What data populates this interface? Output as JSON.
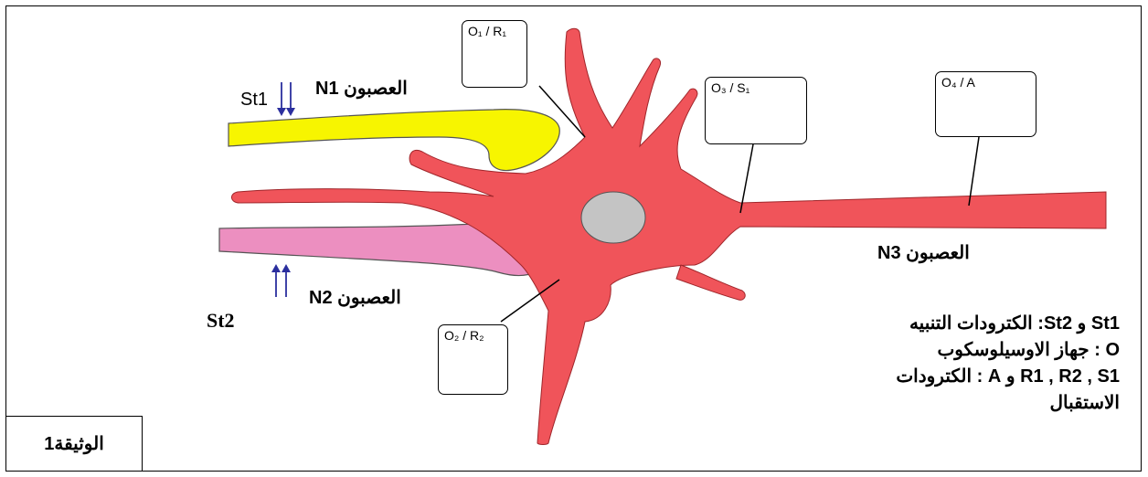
{
  "neurons": {
    "n1": "العصبون N1",
    "n2": "العصبون N2",
    "n3": "العصبون N3"
  },
  "stimulators": {
    "st1": "St1",
    "st2": "St2"
  },
  "oscilloscopes": {
    "o1": "O₁ / R₁",
    "o2": "O₂ / R₂",
    "o3": "O₃ / S₁",
    "o4": "O₄ / A"
  },
  "legend": {
    "line1": "St1 و St2: الكترودات التنبيه",
    "line2": "O : جهاز الاوسيلوسكوب",
    "line3": "R1 , R2 , S1 و A : الكترودات",
    "line4": "الاستقبال"
  },
  "document_label": "الوثيقة1",
  "colors": {
    "postsynaptic_neuron": "#f0545a",
    "nucleus": "#c4c4c4",
    "neuron_n1": "#f7f500",
    "neuron_n2": "#ec8fc0",
    "stimulation_arrows": "#2b2f9e"
  }
}
